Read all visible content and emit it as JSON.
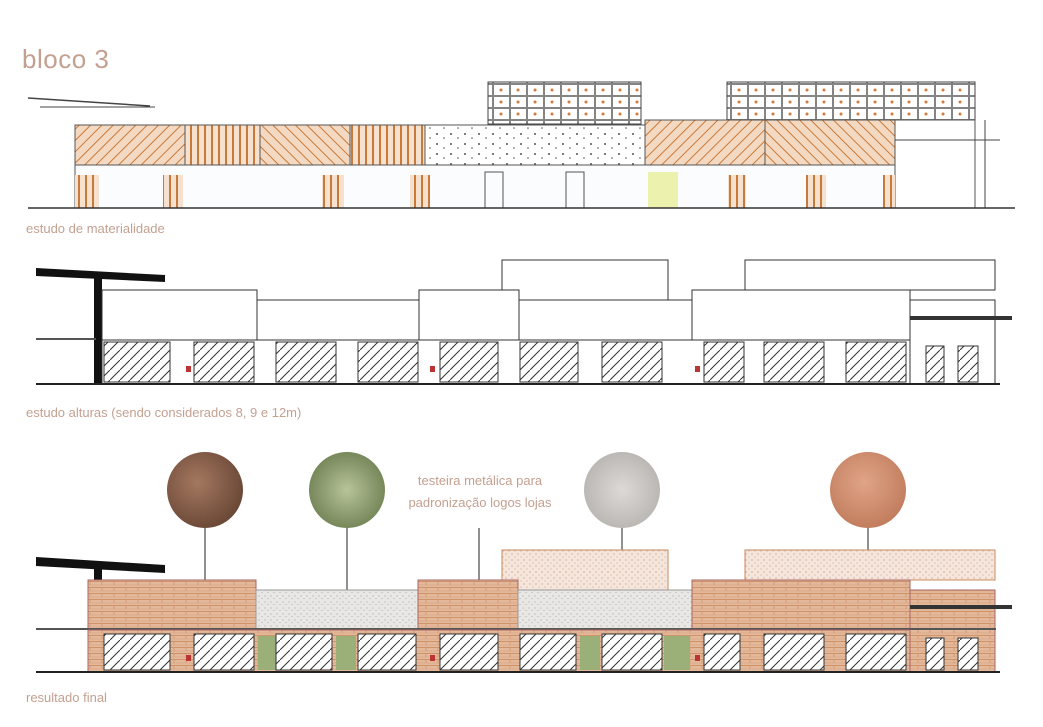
{
  "title": "bloco 3",
  "captions": {
    "materialidade": "estudo de materialidade",
    "alturas": "estudo alturas (sendo considerados 8, 9 e 12m)",
    "resultado": "resultado final"
  },
  "annotation": {
    "line1": "testeira metálica para",
    "line2": "padronização logos lojas"
  },
  "colors": {
    "caption": "#c4a090",
    "brick": "#c98a5c",
    "brick_fill": "#e3b89c",
    "stone": "#d9d4cf",
    "green": "#8fa36a",
    "copper": "#c5886a"
  }
}
